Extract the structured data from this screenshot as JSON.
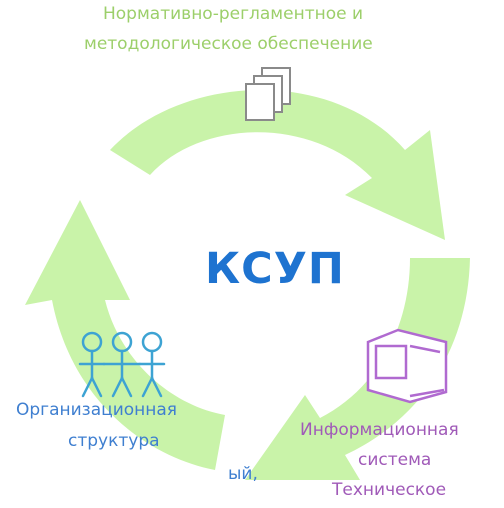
{
  "diagram": {
    "center_label": "КСУП",
    "top_component": {
      "lines": [
        "Нормативно-регламентное и",
        "методологическое обеспечение"
      ],
      "icon": "documents-icon"
    },
    "left_component": {
      "lines": [
        "Организационная",
        "структура"
      ],
      "icon": "people-icon"
    },
    "right_component": {
      "lines": [
        "Информационная",
        "система",
        "Техническое"
      ],
      "icon": "computer-icon"
    },
    "bottom_fragment": "ый,",
    "colors": {
      "ring": "#c9f3a9",
      "top_text": "#9ccf6a",
      "center_text": "#1e73d0",
      "org_text": "#3f7fd0",
      "info_text": "#a05ab8",
      "people_icon": "#3da3d3",
      "computer_icon": "#b06ad0",
      "doc_icon": "#8a8a8a"
    }
  }
}
